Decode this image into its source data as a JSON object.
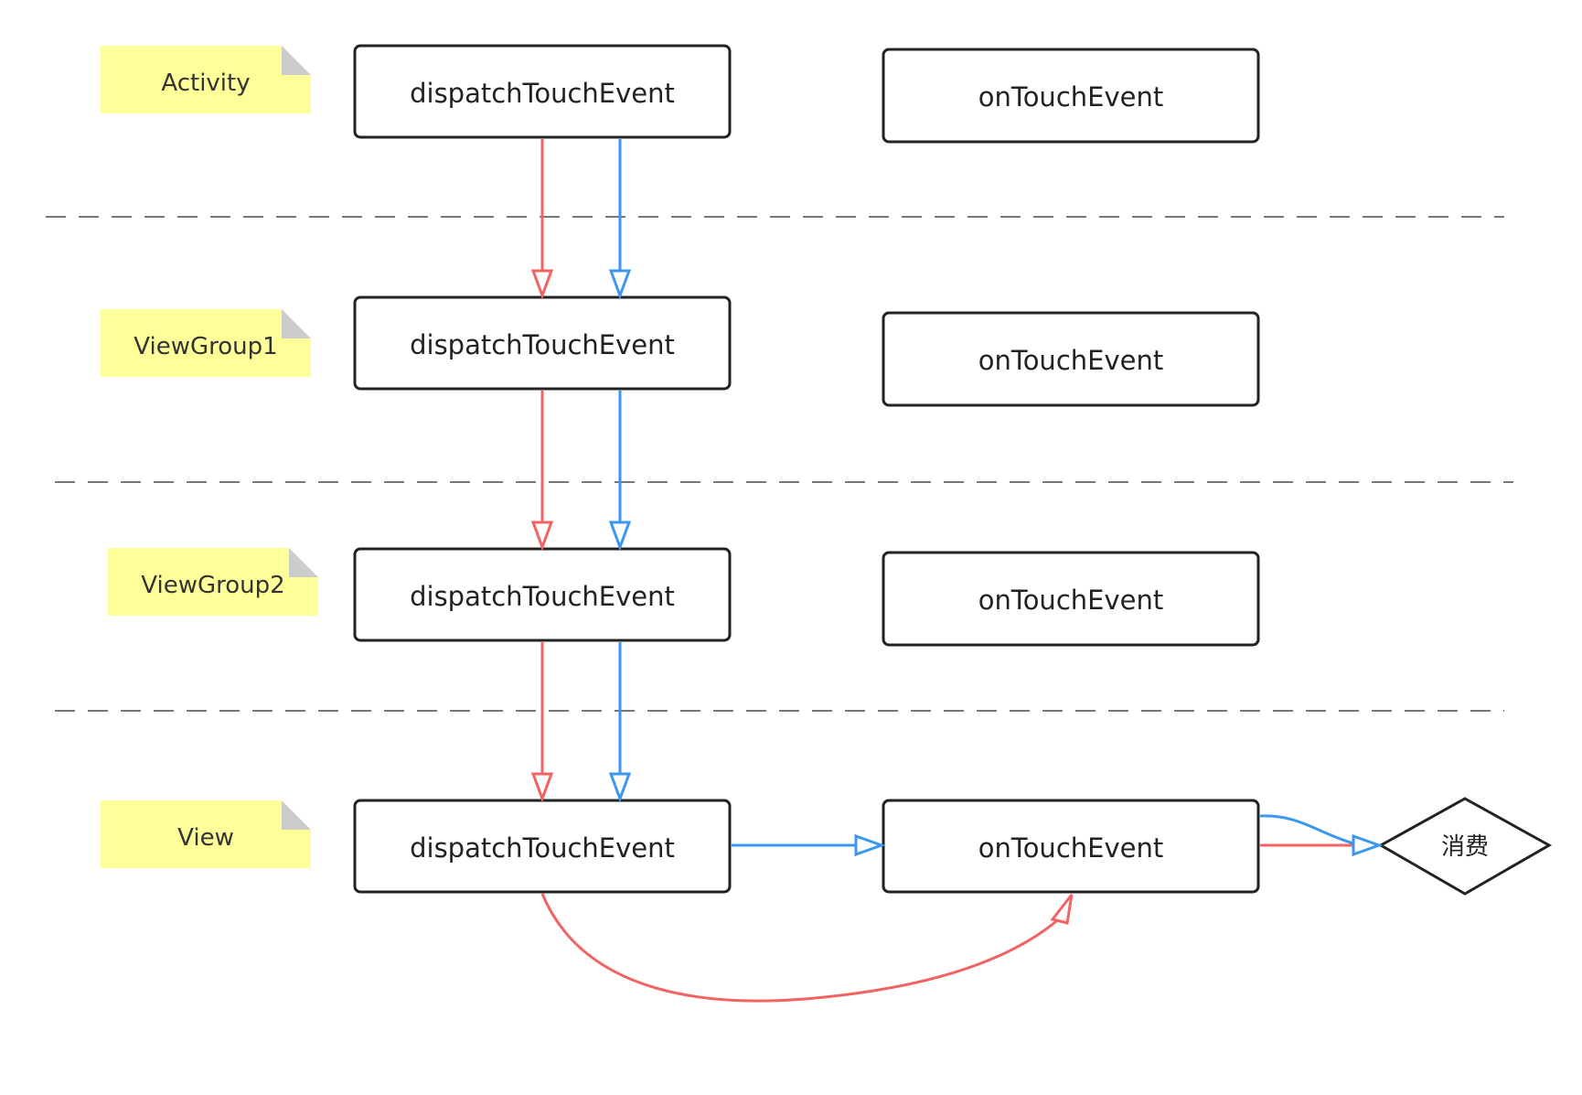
{
  "layers": [
    {
      "label": "Activity",
      "dispatch": "dispatchTouchEvent",
      "ontouch": "onTouchEvent"
    },
    {
      "label": "ViewGroup1",
      "dispatch": "dispatchTouchEvent",
      "ontouch": "onTouchEvent"
    },
    {
      "label": "ViewGroup2",
      "dispatch": "dispatchTouchEvent",
      "ontouch": "onTouchEvent"
    },
    {
      "label": "View",
      "dispatch": "dispatchTouchEvent",
      "ontouch": "onTouchEvent"
    }
  ],
  "consume": {
    "label": "消费"
  },
  "colors": {
    "red": "#f26363",
    "blue": "#3b97f0",
    "note_fill": "#ffff99",
    "note_fold": "#cccccc",
    "box_stroke": "#222222",
    "divider": "#777777"
  }
}
